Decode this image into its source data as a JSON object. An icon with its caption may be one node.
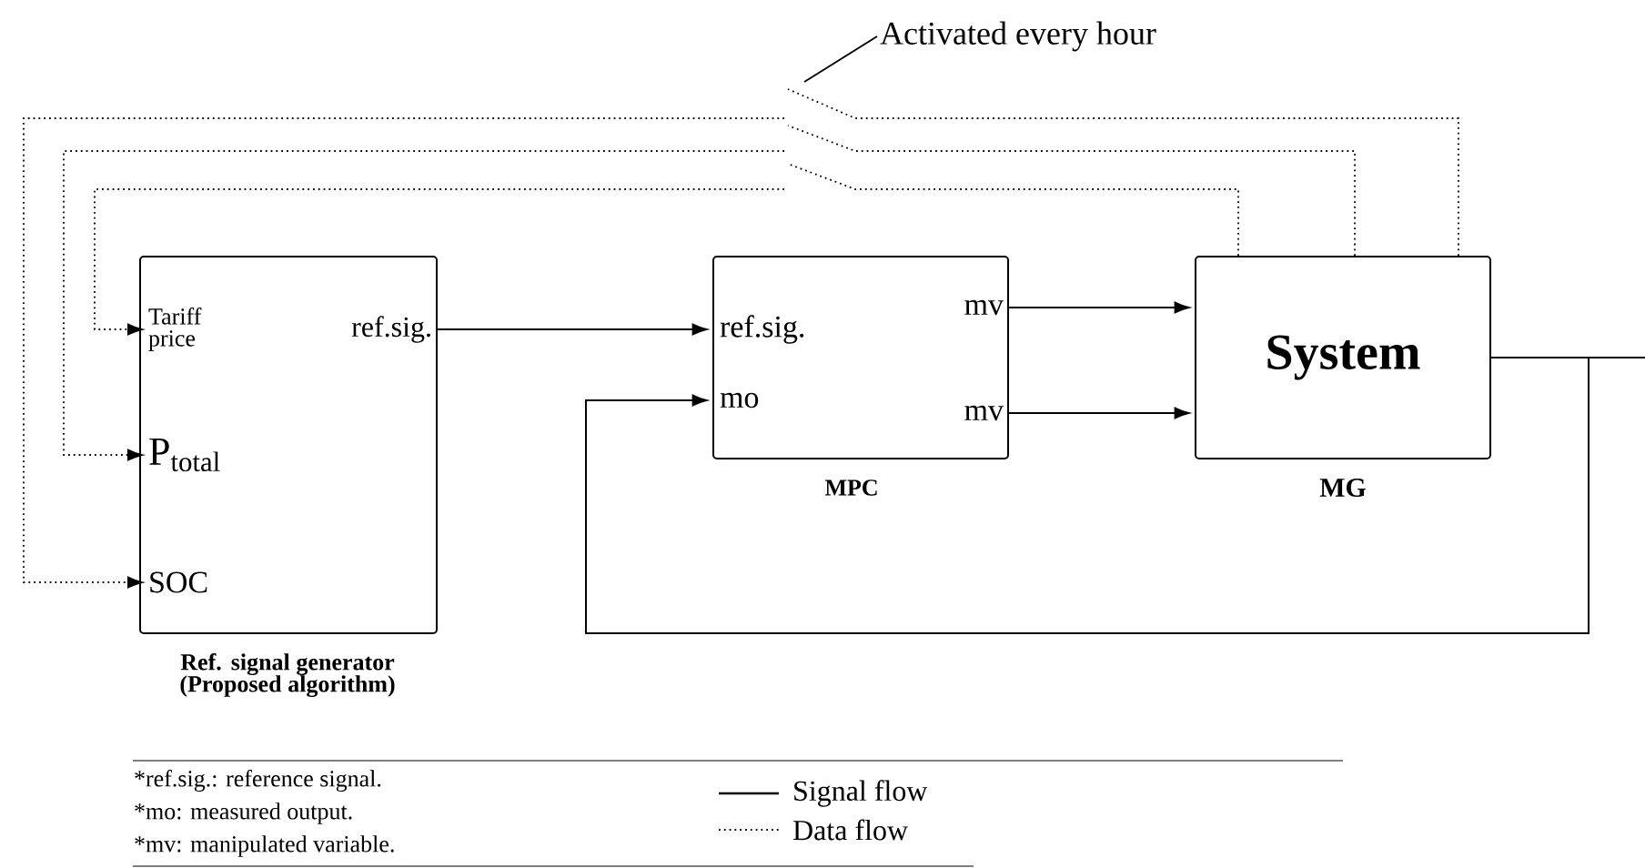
{
  "diagram": {
    "nodes": [
      {
        "text": [
          "Ref. signal generator (Proposed algorithm)"
        ]
      },
      {
        "text": [
          "Tariff price"
        ],
        "in": 0
      },
      {
        "text": [
          "P$_{total}$"
        ],
        "in": 0
      },
      {
        "text": [
          "SOC"
        ],
        "in": 0
      },
      {
        "text": [
          "ref.sig."
        ],
        "in": 0
      },
      {
        "text": [
          "MPC"
        ]
      },
      {
        "text": [
          "ref.sig."
        ],
        "in": 5
      },
      {
        "text": [
          "mo"
        ],
        "in": 5
      },
      {
        "text": [
          "mv"
        ],
        "in": 5
      },
      {
        "text": [
          "mv"
        ],
        "in": 5
      },
      {
        "text": [
          "System",
          "MG"
        ]
      },
      {
        "text": [
          "Activated every hour"
        ]
      }
    ],
    "edges": [
      {
        "from": 4,
        "to": 6,
        "arrow": "to"
      },
      {
        "from": 8,
        "to": 10,
        "arrow": "to"
      },
      {
        "from": 9,
        "to": 10,
        "arrow": "to"
      },
      {
        "from": 10,
        "to": 7,
        "arrow": "to"
      },
      {
        "from": 10,
        "to": null,
        "arrow": "none"
      },
      {
        "from": 10,
        "to": null,
        "arrow": "none",
        "style": "dashed"
      },
      {
        "from": 10,
        "to": null,
        "arrow": "none",
        "style": "dashed"
      },
      {
        "from": 10,
        "to": null,
        "arrow": "none",
        "style": "dashed"
      },
      {
        "from": null,
        "to": 1,
        "arrow": "to",
        "style": "dashed"
      },
      {
        "from": null,
        "to": 2,
        "arrow": "to",
        "style": "dashed"
      },
      {
        "from": null,
        "to": 3,
        "arrow": "to",
        "style": "dashed"
      },
      {
        "from": 11,
        "to": null,
        "arrow": "none"
      }
    ],
    "labels": [
      "*ref.sig.: reference signal.",
      "*mo: measured output.",
      "*mv: manipulated variable."
    ],
    "legend": [
      {
        "text": "Signal flow"
      },
      {
        "text": "Data flow"
      }
    ]
  }
}
